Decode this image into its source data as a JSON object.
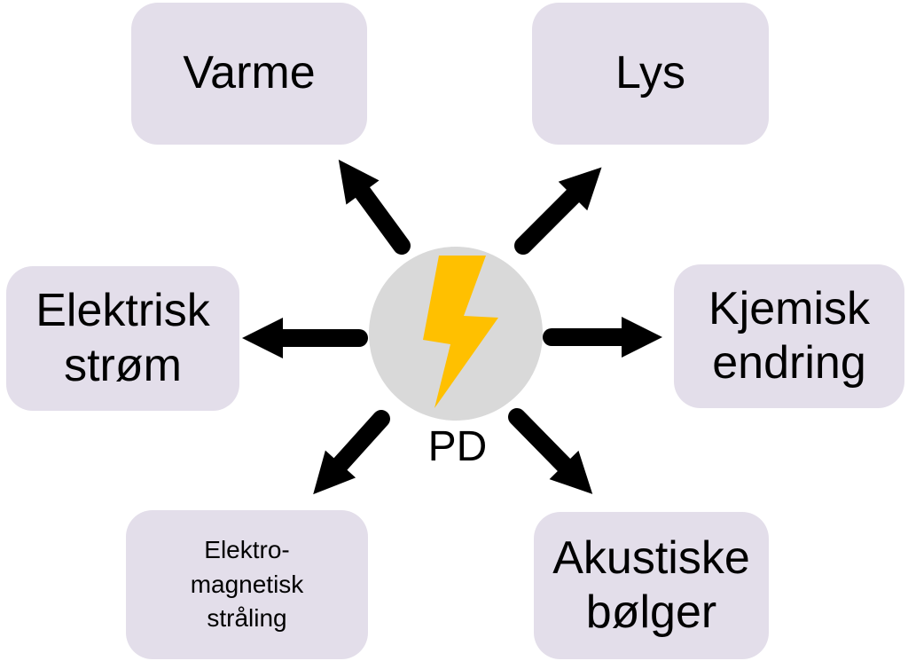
{
  "center": {
    "label": "PD",
    "icon": "lightning-bolt-icon"
  },
  "nodes": [
    {
      "id": "varme",
      "label": "Varme"
    },
    {
      "id": "lys",
      "label": "Lys"
    },
    {
      "id": "elektrisk-strom",
      "label": "Elektrisk\nstrøm"
    },
    {
      "id": "kjemisk-endring",
      "label": "Kjemisk\nendring"
    },
    {
      "id": "elektromagnetisk-straling",
      "label": "Elektro-\nmagnetisk\nstråling"
    },
    {
      "id": "akustiske-bolger",
      "label": "Akustiske\nbølger"
    }
  ],
  "colors": {
    "node_fill": "#e3deea",
    "circle_fill": "#d9d9d9",
    "bolt_fill": "#ffc000",
    "arrow": "#000000",
    "text": "#000000",
    "background": "#ffffff"
  }
}
